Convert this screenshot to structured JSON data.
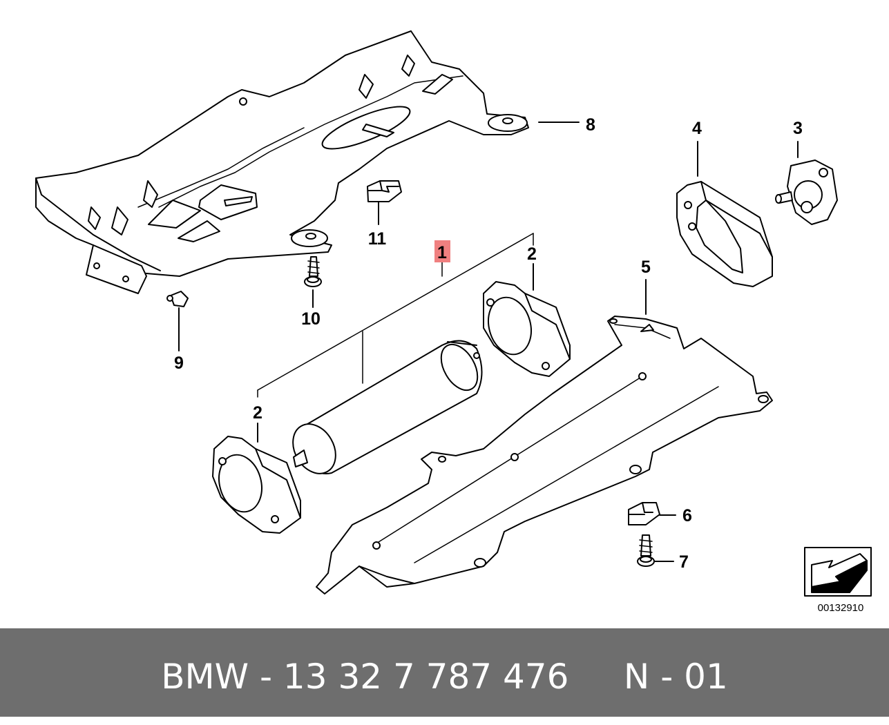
{
  "diagram": {
    "callouts": [
      {
        "id": "c1",
        "label": "1"
      },
      {
        "id": "c2a",
        "label": "2"
      },
      {
        "id": "c2b",
        "label": "2"
      },
      {
        "id": "c3",
        "label": "3"
      },
      {
        "id": "c4",
        "label": "4"
      },
      {
        "id": "c5",
        "label": "5"
      },
      {
        "id": "c6",
        "label": "6"
      },
      {
        "id": "c7",
        "label": "7"
      },
      {
        "id": "c8",
        "label": "8"
      },
      {
        "id": "c9",
        "label": "9"
      },
      {
        "id": "c10",
        "label": "10"
      },
      {
        "id": "c11",
        "label": "11"
      }
    ],
    "highlight_color": "#f08080",
    "image_code": "00132910"
  },
  "footer": {
    "text": "BMW - 13 32 7 787 476     N - 01",
    "background": "#6e6e6e"
  }
}
